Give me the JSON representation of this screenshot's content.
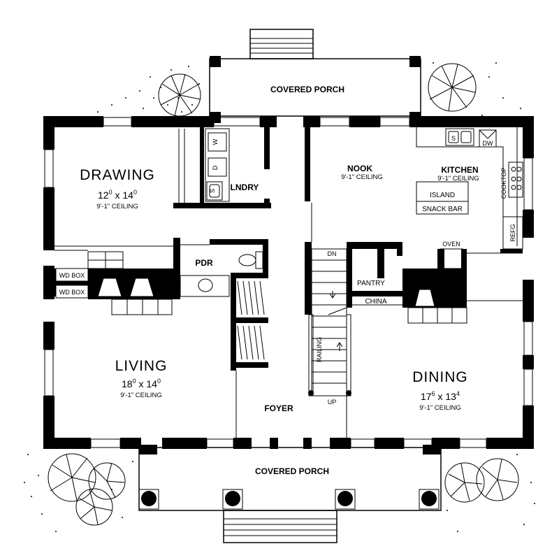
{
  "rooms": {
    "covered_porch_top": "COVERED PORCH",
    "covered_porch_bottom": "COVERED PORCH",
    "drawing": {
      "name": "DRAWING",
      "dim_a": "12",
      "dim_a_sup": "0",
      "dim_b": "14",
      "dim_b_sup": "0",
      "ceiling": "9'-1\" CEILING"
    },
    "living": {
      "name": "LIVING",
      "dim_a": "18",
      "dim_a_sup": "0",
      "dim_b": "14",
      "dim_b_sup": "0",
      "ceiling": "9'-1\" CEILING"
    },
    "dining": {
      "name": "DINING",
      "dim_a": "17",
      "dim_a_sup": "6",
      "dim_b": "13",
      "dim_b_sup": "4",
      "ceiling": "9'-1\" CEILING"
    },
    "nook": {
      "name": "NOOK",
      "ceiling": "9'-1\" CEILING"
    },
    "kitchen": {
      "name": "KITCHEN",
      "ceiling": "9'-1\" CEILING"
    },
    "laundry": "LNDRY",
    "powder": "PDR",
    "foyer": "FOYER",
    "pantry": "PANTRY",
    "china": "CHINA"
  },
  "fixtures": {
    "island": "ISLAND",
    "snack_bar": "SNACK BAR",
    "oven": "OVEN",
    "cooktop": "COOKTOP",
    "refrigerator": "REFG",
    "dishwasher": "DW",
    "sink_kitchen": "S",
    "sink_laundry": "S",
    "washer": "W",
    "dryer": "D",
    "wood_box_upper": "WD BOX",
    "wood_box_lower": "WD BOX",
    "stairs_down": "DN",
    "stairs_up": "UP",
    "railing": "RAILING"
  },
  "dim_separator": "x"
}
